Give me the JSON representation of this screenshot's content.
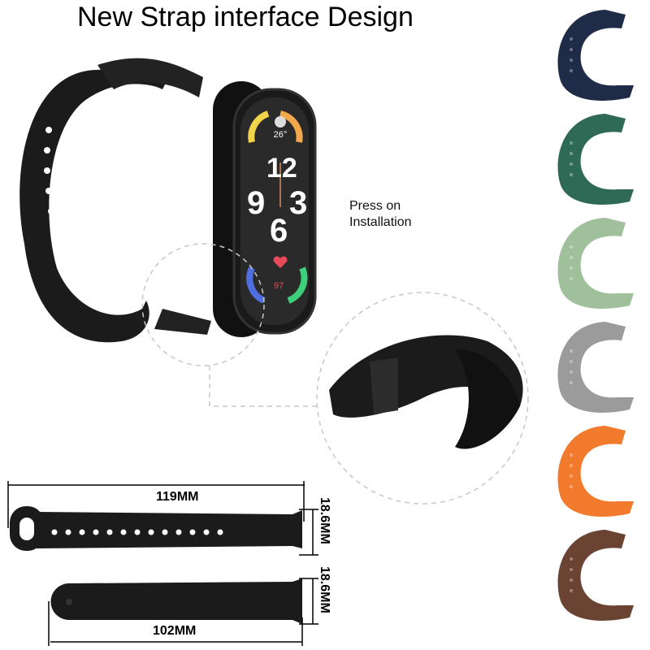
{
  "title": "New Strap interface Design",
  "note": {
    "line1": "Press on",
    "line2": "Installation"
  },
  "watch_face": {
    "temperature": "26°",
    "hour_12": "12",
    "hour_9": "9",
    "hour_3": "3",
    "hour_6": "6",
    "heart_rate": "97"
  },
  "dimensions": {
    "long_strap": "119MM",
    "short_strap": "102MM",
    "connector_width_top": "18.6MM",
    "connector_width_bottom": "18.6MM"
  },
  "strap_colors": [
    "#1f2c48",
    "#2e6a55",
    "#9fc09a",
    "#9b9b9b",
    "#f27a2c",
    "#6a4333"
  ],
  "colors": {
    "strap_main": "#1b1b1b",
    "dash": "#c8c8c8"
  }
}
